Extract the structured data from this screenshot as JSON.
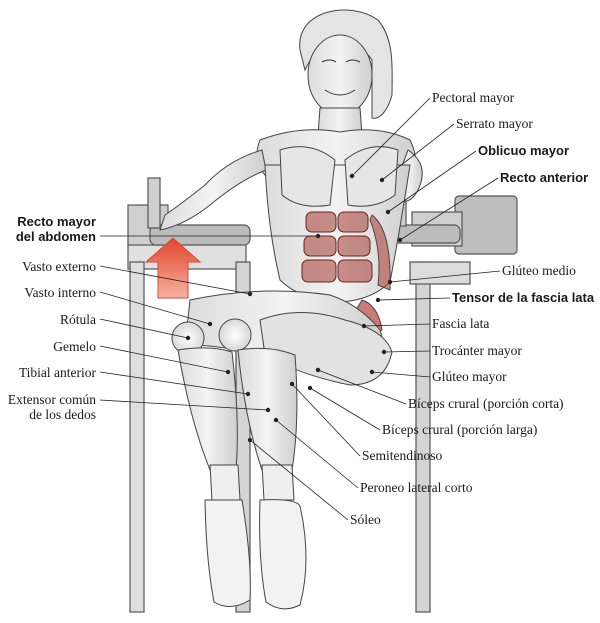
{
  "diagram": {
    "accent_arrow_color": "#e8604a",
    "muscle_color": "#b8443a",
    "labels_left": [
      {
        "id": "recto-mayor",
        "line1": "Recto mayor",
        "line2": "del abdomen",
        "bold": true
      },
      {
        "id": "vasto-externo",
        "line1": "Vasto externo"
      },
      {
        "id": "vasto-interno",
        "line1": "Vasto interno"
      },
      {
        "id": "rotula",
        "line1": "Rótula"
      },
      {
        "id": "gemelo",
        "line1": "Gemelo"
      },
      {
        "id": "tibial-anterior",
        "line1": "Tibial anterior"
      },
      {
        "id": "extensor-comun",
        "line1": "Extensor común",
        "line2": "de los dedos"
      }
    ],
    "labels_right": [
      {
        "id": "pectoral-mayor",
        "line1": "Pectoral mayor"
      },
      {
        "id": "serrato-mayor",
        "line1": "Serrato mayor"
      },
      {
        "id": "oblicuo-mayor",
        "line1": "Oblicuo mayor",
        "bold": true
      },
      {
        "id": "recto-anterior",
        "line1": "Recto anterior",
        "bold": true
      },
      {
        "id": "gluteo-medio",
        "line1": "Glúteo medio"
      },
      {
        "id": "tensor-fascia",
        "line1": "Tensor de la fascia lata",
        "bold": true
      },
      {
        "id": "fascia-lata",
        "line1": "Fascia lata"
      },
      {
        "id": "trocanter-mayor",
        "line1": "Trocánter mayor"
      },
      {
        "id": "gluteo-mayor",
        "line1": "Glúteo mayor"
      },
      {
        "id": "biceps-corta",
        "line1": "Bíceps crural (porción corta)"
      },
      {
        "id": "biceps-larga",
        "line1": "Bíceps crural (porción larga)"
      },
      {
        "id": "semitendinoso",
        "line1": "Semitendinoso"
      },
      {
        "id": "peroneo",
        "line1": "Peroneo lateral corto"
      },
      {
        "id": "soleo",
        "line1": "Sóleo"
      }
    ]
  }
}
